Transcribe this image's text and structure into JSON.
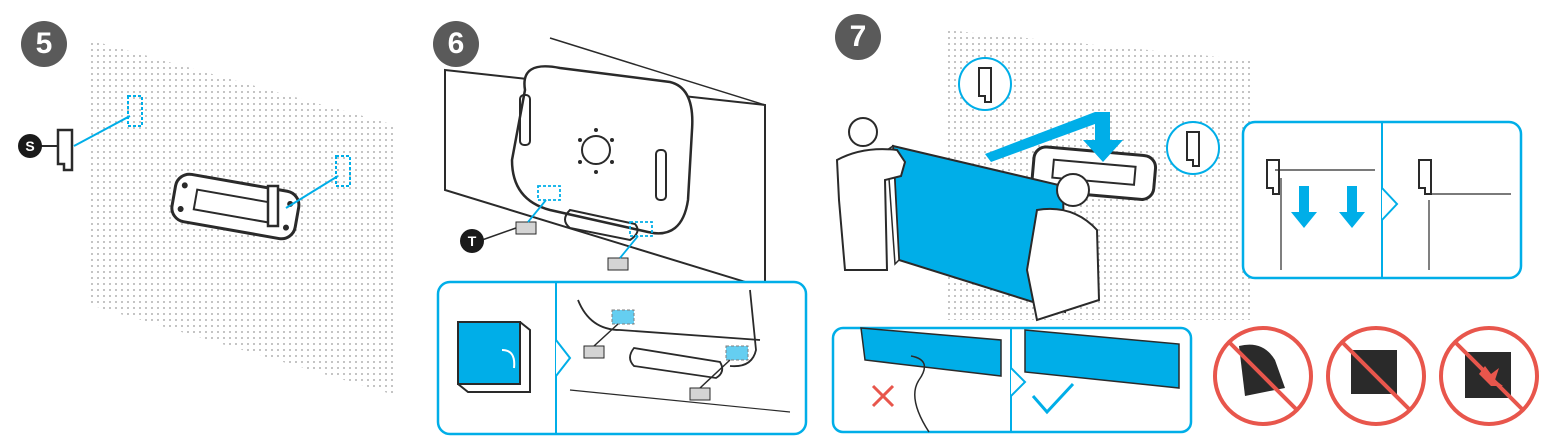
{
  "steps": [
    {
      "number": "5",
      "part_label": "S"
    },
    {
      "number": "6",
      "part_label": "T"
    },
    {
      "number": "7"
    }
  ],
  "colors": {
    "accent": "#00aee8",
    "badge": "#5a5a5a",
    "warning": "#e8564c"
  },
  "icons": [
    "cross-icon",
    "check-icon",
    "no-foot-step-icon",
    "no-pressure-icon",
    "no-impact-icon"
  ]
}
